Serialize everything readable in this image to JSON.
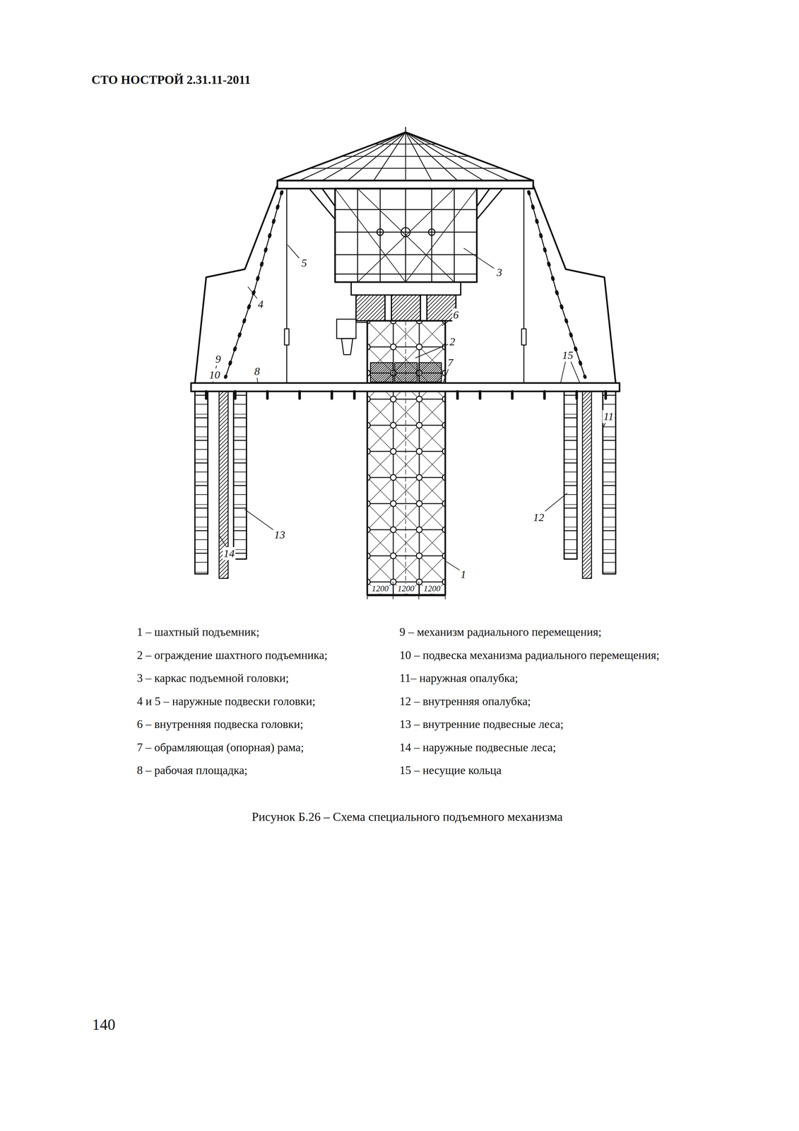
{
  "diagram": {
    "caption": "Рисунок Б.26 – Схема специального подъемного механизма",
    "labels": [
      "СТО НОСТРОЙ 2.31.11-2011",
      "5",
      "3",
      "4",
      "6",
      "2",
      "7",
      "9",
      "10",
      "8",
      "15",
      "11",
      "12",
      "13",
      "14",
      "1",
      "1200",
      "1200",
      "1200",
      "1 – шахтный подъемник;",
      "2 – ограждение шахтного подъемника;",
      "3 – каркас подъемной головки;",
      "4 и 5 – наружные подвески головки;",
      "6 – внутренняя подвеска головки;",
      "7 – обрамляющая (опорная) рама;",
      "8 – рабочая площадка;",
      "9 – механизм радиального перемещения;",
      "10 – подвеска механизма радиального перемещения;",
      "11– наружная опалубка;",
      "12 – внутренняя опалубка;",
      "13 – внутренние подвесные леса;",
      "14 – наружные подвесные леса;",
      "15 – несущие кольца",
      "140"
    ]
  }
}
